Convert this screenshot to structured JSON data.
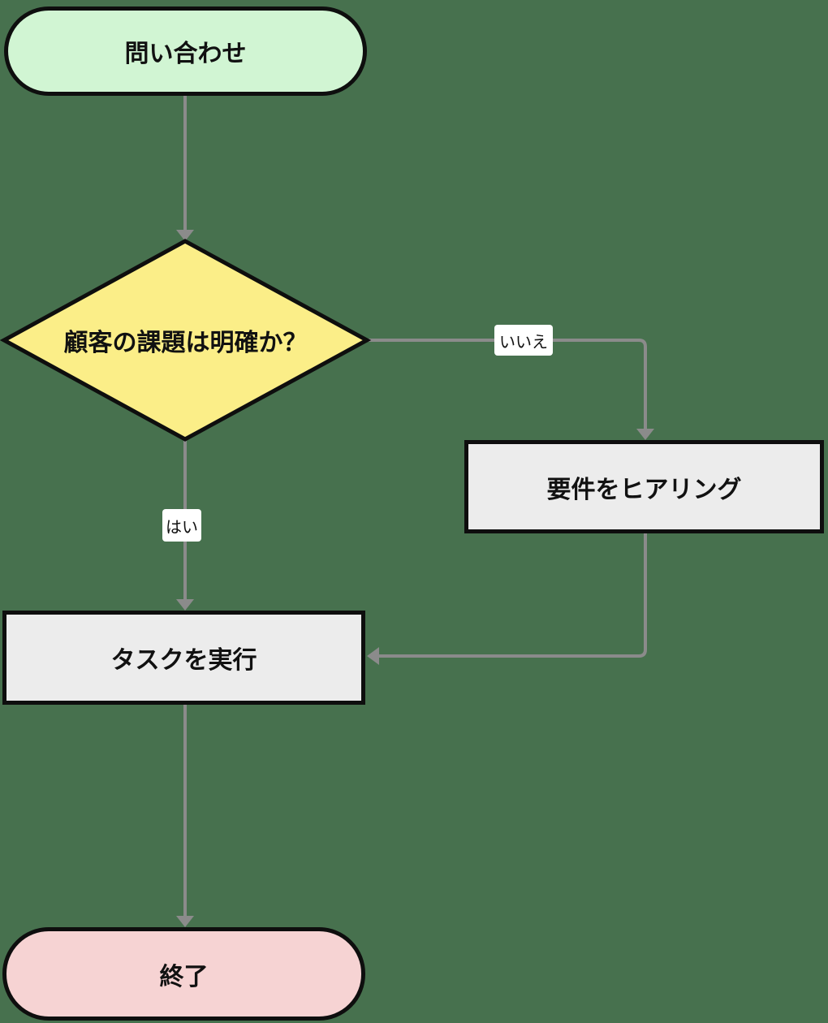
{
  "colors": {
    "background": "#47714E",
    "edge": "#8B8B8B",
    "node_border": "#0E0E0E",
    "start_fill": "#D1F5D3",
    "decision_fill": "#FBEE88",
    "process_fill": "#ECECEC",
    "end_fill": "#F6D3D3",
    "label_bg": "#FFFFFF",
    "text": "#111111"
  },
  "nodes": {
    "start": {
      "label": "問い合わせ",
      "shape": "stadium"
    },
    "decision": {
      "label": "顧客の課題は明確か？",
      "shape": "diamond"
    },
    "hearing": {
      "label": "要件をヒアリング",
      "shape": "rect"
    },
    "task": {
      "label": "タスクを実行",
      "shape": "rect"
    },
    "end": {
      "label": "終了",
      "shape": "stadium"
    }
  },
  "edges": {
    "no_label": "いいえ",
    "yes_label": "はい"
  }
}
